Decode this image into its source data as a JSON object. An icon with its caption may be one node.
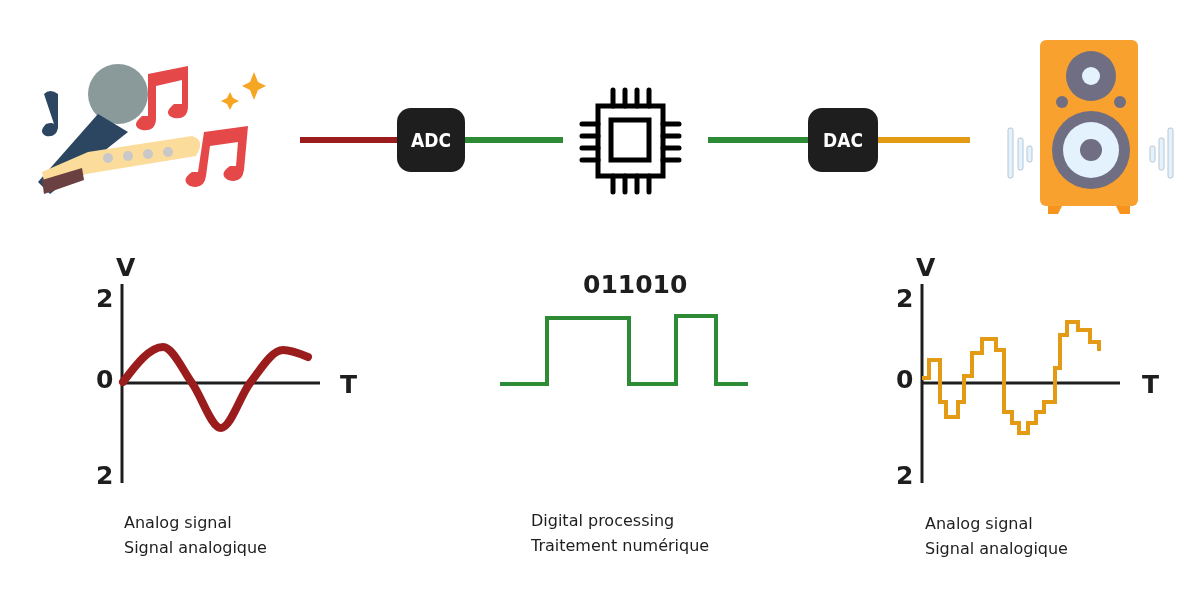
{
  "diagram": {
    "nodes": [
      {
        "text": [],
        "shape": "picture"
      },
      {
        "text": [
          "ADC"
        ]
      },
      {
        "text": [],
        "shape": "picture"
      },
      {
        "text": [
          "DAC"
        ]
      },
      {
        "text": [],
        "shape": "picture"
      }
    ],
    "edges": [
      {
        "from": 0,
        "to": 1,
        "arrow": "none",
        "color": "#9b1c1c"
      },
      {
        "from": 1,
        "to": 2,
        "arrow": "none"
      },
      {
        "from": 2,
        "to": 3,
        "arrow": "none"
      },
      {
        "from": 3,
        "to": 4,
        "arrow": "none",
        "color": "#e39b16"
      }
    ],
    "labels": [
      "V",
      "2",
      "0",
      "T",
      "2",
      "Analog signal",
      "Signal analogique",
      "011010",
      "Digital processing",
      "Traitement numérique",
      "V",
      "2",
      "0",
      "T",
      "2",
      "Analog signal",
      "Signal analogique"
    ]
  }
}
